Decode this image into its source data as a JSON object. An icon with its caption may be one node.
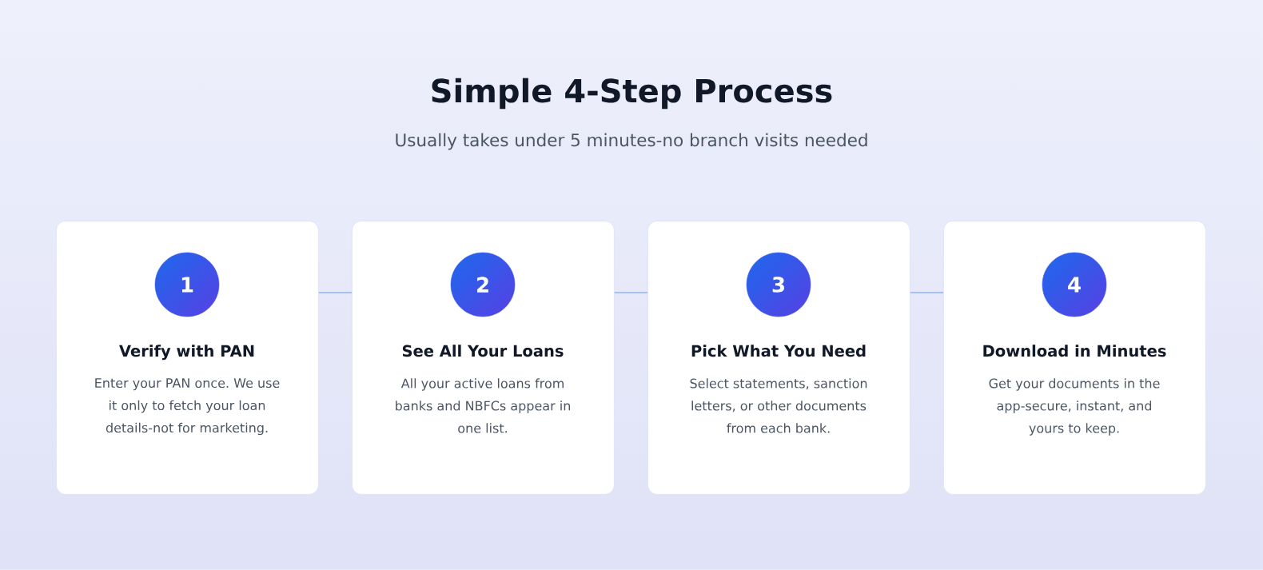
{
  "diagram": {
    "title": "Simple 4-Step Process",
    "nodes": [
      {
        "text": [
          "Verify with PAN",
          "Enter your PAN once. We use it only to fetch your loan details-not for marketing."
        ]
      },
      {
        "text": [
          "1"
        ],
        "in": 0
      },
      {
        "text": [
          "See All Your Loans",
          "All your active loans from banks and NBFCs appear in one list."
        ]
      },
      {
        "text": [
          "2"
        ],
        "in": 2
      },
      {
        "text": [
          "Pick What You Need",
          "Select statements, sanction letters, or other documents from each bank."
        ]
      },
      {
        "text": [
          "3"
        ],
        "in": 4
      },
      {
        "text": [
          "Download in Minutes",
          "Get your documents in the app-secure, instant, and yours to keep."
        ]
      },
      {
        "text": [
          "4"
        ],
        "in": 6
      }
    ],
    "edges": [
      {
        "from": 0,
        "to": 2,
        "arrow": "none"
      },
      {
        "from": 2,
        "to": 4,
        "arrow": "none"
      },
      {
        "from": 4,
        "to": 6,
        "arrow": "none"
      }
    ],
    "labels": [
      "Usually takes under 5 minutes-no branch visits needed"
    ]
  }
}
